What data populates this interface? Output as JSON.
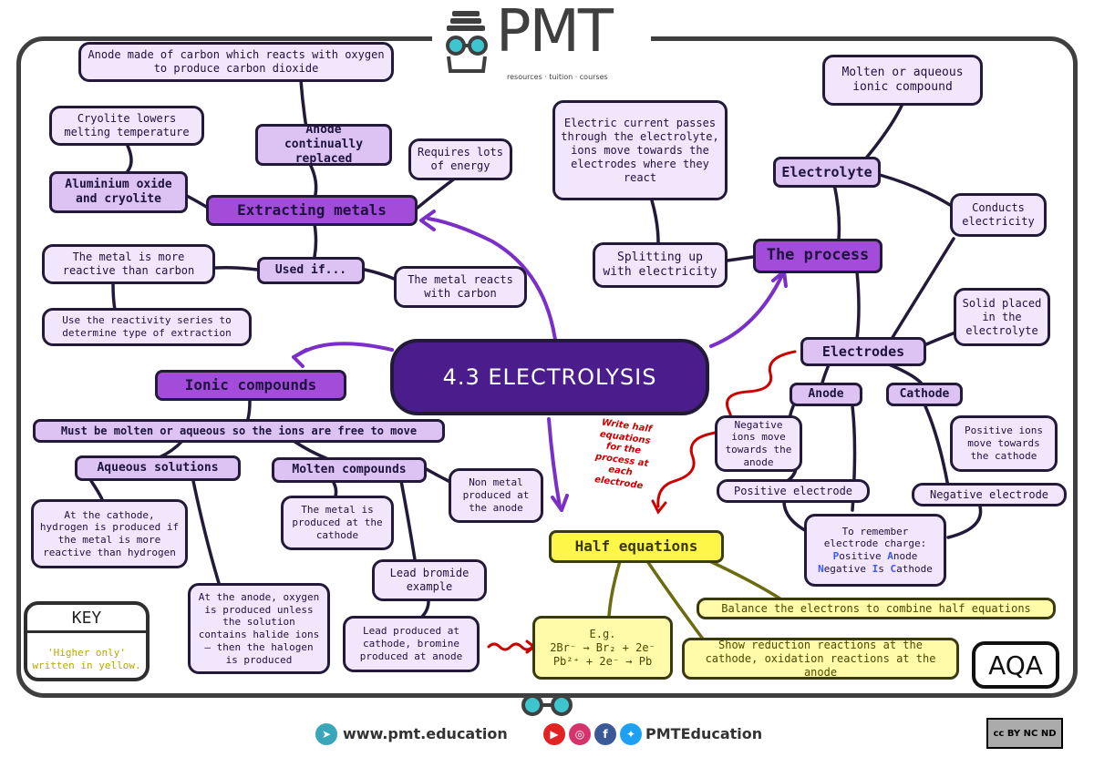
{
  "logo": {
    "text": "PMT",
    "tagline": "resources · tuition · courses"
  },
  "center": {
    "title": "4.3 ELECTROLYSIS"
  },
  "extracting": {
    "title": "Extracting metals",
    "anode_carbon": "Anode made of carbon which reacts with oxygen to produce carbon dioxide",
    "cryolite_lowers": "Cryolite lowers melting temperature",
    "anode_replaced": "Anode continually replaced",
    "requires_energy": "Requires lots of energy",
    "aluminium_oxide": "Aluminium oxide and cryolite",
    "used_if": "Used if...",
    "more_reactive": "The metal is more reactive than carbon",
    "reacts_carbon": "The metal reacts with carbon",
    "reactivity_series": "Use the reactivity series to determine type of extraction"
  },
  "ionic": {
    "title": "Ionic compounds",
    "must_be": "Must be molten or aqueous so the ions are free to move",
    "aqueous": "Aqueous solutions",
    "molten": "Molten compounds",
    "cathode_hydrogen": "At the cathode, hydrogen is produced if the metal is more reactive than hydrogen",
    "anode_oxygen": "At the anode, oxygen is produced unless the solution contains halide ions – then the halogen is produced",
    "metal_cathode": "The metal is produced at the cathode",
    "non_metal_anode": "Non metal produced at the anode",
    "lead_bromide": "Lead bromide example",
    "lead_produced": "Lead produced at cathode, bromine produced at anode"
  },
  "process": {
    "title": "The process",
    "molten_aqueous": "Molten or aqueous ionic compound",
    "electric_current": "Electric current passes through the electrolyte, ions move towards the electrodes where they react",
    "electrolyte": "Electrolyte",
    "conducts": "Conducts electricity",
    "splitting": "Splitting up with electricity",
    "solid_placed": "Solid placed in the electrolyte",
    "electrodes": "Electrodes",
    "anode": "Anode",
    "cathode": "Cathode",
    "negative_ions": "Negative ions move towards the anode",
    "positive_ions": "Positive ions move towards the cathode",
    "positive_electrode": "Positive electrode",
    "negative_electrode": "Negative electrode",
    "remember_1": "To remember",
    "remember_2": "electrode charge:",
    "mn_p": "P",
    "mn_ositive": "ositive ",
    "mn_a": "A",
    "mn_node": "node",
    "mn_n": "N",
    "mn_egative": "egative ",
    "mn_i": "I",
    "mn_s": "s ",
    "mn_c": "C",
    "mn_athode": "athode"
  },
  "half": {
    "title": "Half equations",
    "note": "Write half equations for the process at each electrode",
    "eg": "E.g.",
    "eq1": "2Br⁻ → Br₂ + 2e⁻",
    "eq2": "Pb²⁺ + 2e⁻ → Pb",
    "balance": "Balance the electrons to combine half equations",
    "show": "Show reduction reactions at the cathode, oxidation reactions at the anode"
  },
  "key": {
    "title": "KEY",
    "text": "'Higher only' written in yellow."
  },
  "board": "AQA",
  "footer": {
    "website": "www.pmt.education",
    "social": "PMTEducation",
    "license": "cc BY NC ND"
  },
  "colors": {
    "primary": "#a24cd9",
    "center": "#4a1c8c",
    "leaf": "#f1e6fb",
    "higher": "#fff64a",
    "note": "#cc0000"
  }
}
